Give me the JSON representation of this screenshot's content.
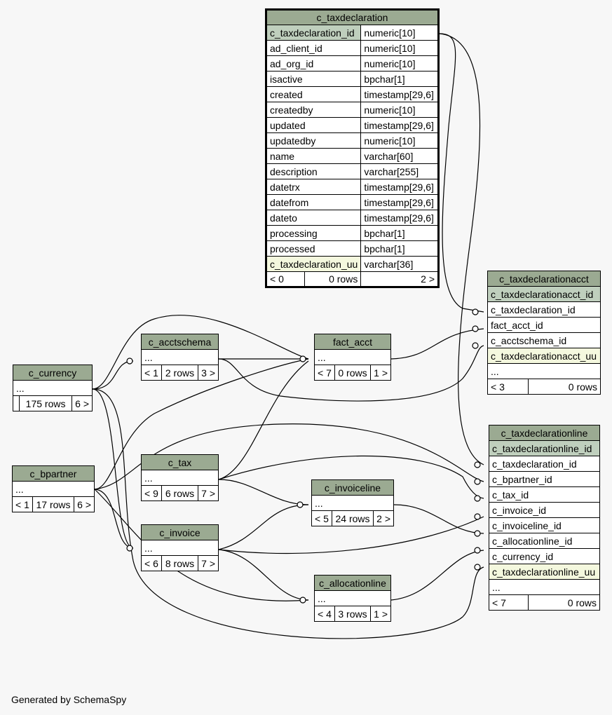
{
  "tables": {
    "c_taxdeclaration": {
      "name": "c_taxdeclaration",
      "columns": [
        {
          "name": "c_taxdeclaration_id",
          "type": "numeric[10]"
        },
        {
          "name": "ad_client_id",
          "type": "numeric[10]"
        },
        {
          "name": "ad_org_id",
          "type": "numeric[10]"
        },
        {
          "name": "isactive",
          "type": "bpchar[1]"
        },
        {
          "name": "created",
          "type": "timestamp[29,6]"
        },
        {
          "name": "createdby",
          "type": "numeric[10]"
        },
        {
          "name": "updated",
          "type": "timestamp[29,6]"
        },
        {
          "name": "updatedby",
          "type": "numeric[10]"
        },
        {
          "name": "name",
          "type": "varchar[60]"
        },
        {
          "name": "description",
          "type": "varchar[255]"
        },
        {
          "name": "datetrx",
          "type": "timestamp[29,6]"
        },
        {
          "name": "datefrom",
          "type": "timestamp[29,6]"
        },
        {
          "name": "dateto",
          "type": "timestamp[29,6]"
        },
        {
          "name": "processing",
          "type": "bpchar[1]"
        },
        {
          "name": "processed",
          "type": "bpchar[1]"
        },
        {
          "name": "c_taxdeclaration_uu",
          "type": "varchar[36]"
        }
      ],
      "parents": "< 0",
      "rows": "0 rows",
      "children": "2 >"
    },
    "c_taxdeclarationacct": {
      "name": "c_taxdeclarationacct",
      "columns": [
        "c_taxdeclarationacct_id",
        "c_taxdeclaration_id",
        "fact_acct_id",
        "c_acctschema_id",
        "c_taxdeclarationacct_uu",
        "..."
      ],
      "parents": "< 3",
      "rows": "0 rows",
      "children": ""
    },
    "c_taxdeclarationline": {
      "name": "c_taxdeclarationline",
      "columns": [
        "c_taxdeclarationline_id",
        "c_taxdeclaration_id",
        "c_bpartner_id",
        "c_tax_id",
        "c_invoice_id",
        "c_invoiceline_id",
        "c_allocationline_id",
        "c_currency_id",
        "c_taxdeclarationline_uu",
        "..."
      ],
      "parents": "< 7",
      "rows": "0 rows",
      "children": ""
    },
    "c_currency": {
      "name": "c_currency",
      "body": "...",
      "parents": "",
      "rows": "175 rows",
      "children": "6 >"
    },
    "c_bpartner": {
      "name": "c_bpartner",
      "body": "...",
      "parents": "< 1",
      "rows": "17 rows",
      "children": "6 >"
    },
    "c_acctschema": {
      "name": "c_acctschema",
      "body": "...",
      "parents": "< 1",
      "rows": "2 rows",
      "children": "3 >"
    },
    "fact_acct": {
      "name": "fact_acct",
      "body": "...",
      "parents": "< 7",
      "rows": "0 rows",
      "children": "1 >"
    },
    "c_tax": {
      "name": "c_tax",
      "body": "...",
      "parents": "< 9",
      "rows": "6 rows",
      "children": "7 >"
    },
    "c_invoiceline": {
      "name": "c_invoiceline",
      "body": "...",
      "parents": "< 5",
      "rows": "24 rows",
      "children": "2 >"
    },
    "c_invoice": {
      "name": "c_invoice",
      "body": "...",
      "parents": "< 6",
      "rows": "8 rows",
      "children": "7 >"
    },
    "c_allocationline": {
      "name": "c_allocationline",
      "body": "...",
      "parents": "< 4",
      "rows": "3 rows",
      "children": "1 >"
    }
  },
  "footer": "Generated by SchemaSpy",
  "colors": {
    "header": "#9baa92",
    "primary_key": "#bfcfbd",
    "unique": "#f4f8de",
    "background": "#f7f7f7"
  }
}
